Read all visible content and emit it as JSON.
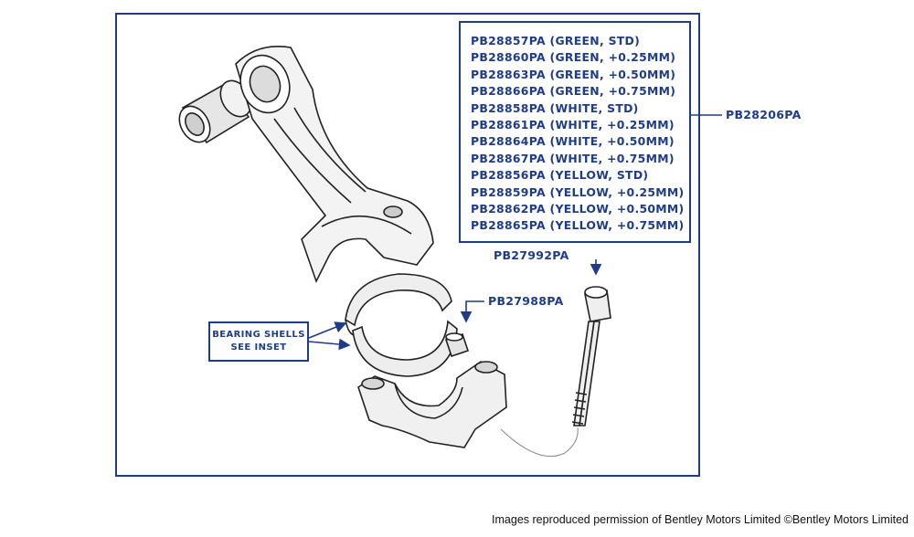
{
  "parts_list": [
    "PB28857PA (GREEN, STD)",
    "PB28860PA (GREEN, +0.25MM)",
    "PB28863PA (GREEN, +0.50MM)",
    "PB28866PA (GREEN, +0.75MM)",
    "PB28858PA (WHITE, STD)",
    "PB28861PA (WHITE, +0.25MM)",
    "PB28864PA (WHITE, +0.50MM)",
    "PB28867PA (WHITE, +0.75MM)",
    "PB28856PA (YELLOW, STD)",
    "PB28859PA (YELLOW, +0.25MM)",
    "PB28862PA (YELLOW, +0.50MM)",
    "PB28865PA (YELLOW, +0.75MM)"
  ],
  "callouts": {
    "assembly": "PB28206PA",
    "bolt": "PB27992PA",
    "dowel": "PB27988PA"
  },
  "bearing_note": {
    "line1": "BEARING SHELLS",
    "line2": "SEE INSET"
  },
  "credit": "Images reproduced permission of Bentley Motors Limited ©Bentley Motors Limited",
  "colors": {
    "accent": "#1f3c88",
    "drawing_line": "#222222",
    "shade": "#d9d9d9"
  }
}
